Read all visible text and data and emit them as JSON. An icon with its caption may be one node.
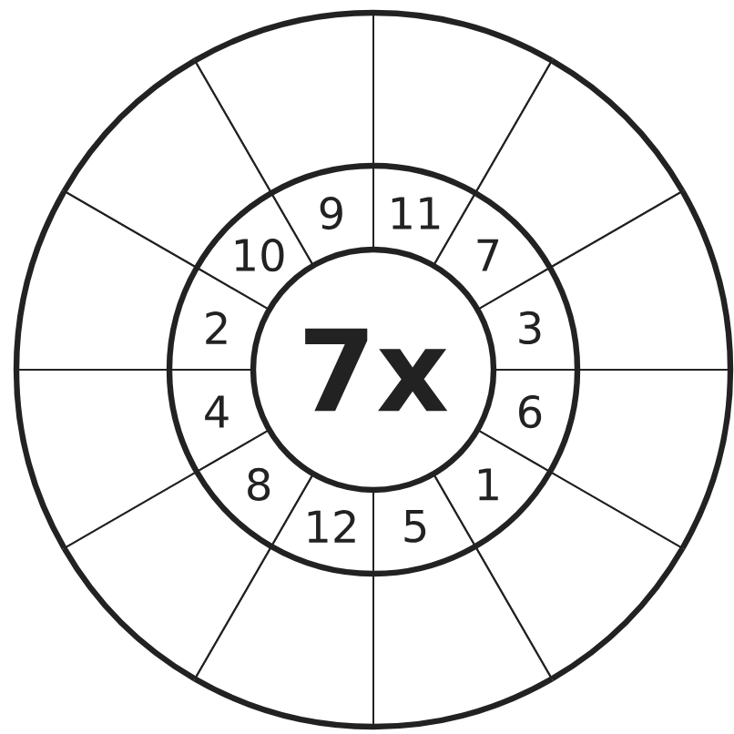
{
  "diagram": {
    "nodes": [
      {
        "text": [
          "7x"
        ]
      },
      {
        "text": [
          "9"
        ]
      },
      {
        "text": [
          "11"
        ]
      },
      {
        "text": [
          "7"
        ]
      },
      {
        "text": [
          "3"
        ]
      },
      {
        "text": [
          "6"
        ]
      },
      {
        "text": [
          "1"
        ]
      },
      {
        "text": [
          "5"
        ]
      },
      {
        "text": [
          "12"
        ]
      },
      {
        "text": [
          "8"
        ]
      },
      {
        "text": [
          "4"
        ]
      },
      {
        "text": [
          "2"
        ]
      },
      {
        "text": [
          "10"
        ]
      },
      {
        "text": [],
        "shape": "sector"
      },
      {
        "text": [],
        "shape": "sector"
      },
      {
        "text": [],
        "shape": "sector"
      },
      {
        "text": [],
        "shape": "sector"
      },
      {
        "text": [],
        "shape": "sector"
      },
      {
        "text": [],
        "shape": "sector"
      },
      {
        "text": [],
        "shape": "sector"
      },
      {
        "text": [],
        "shape": "sector"
      },
      {
        "text": [],
        "shape": "sector"
      },
      {
        "text": [],
        "shape": "sector"
      },
      {
        "text": [],
        "shape": "sector"
      },
      {
        "text": [],
        "shape": "sector"
      }
    ]
  }
}
